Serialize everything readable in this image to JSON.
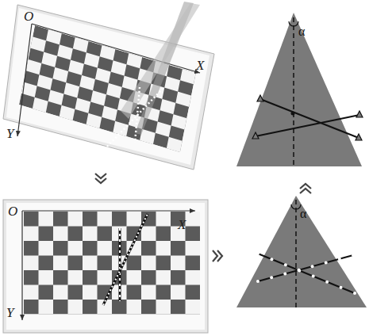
{
  "diagram": {
    "labels": [
      "O",
      "X",
      "Y",
      "O",
      "X",
      "Y",
      "α",
      "α"
    ]
  }
}
